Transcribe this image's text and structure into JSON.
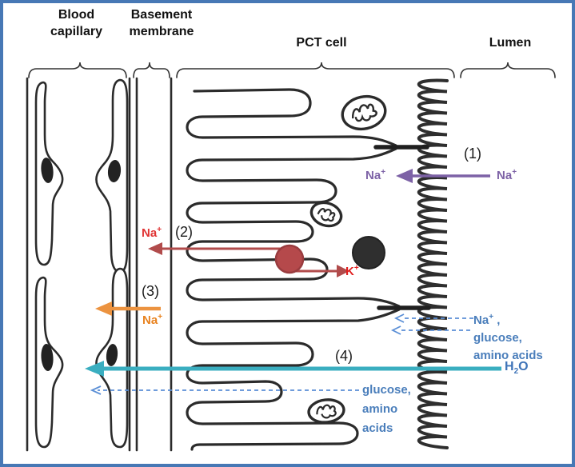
{
  "regions": {
    "blood_capillary": "Blood capillary",
    "basement_membrane": "Basement membrane",
    "pct_cell": "PCT cell",
    "lumen": "Lumen"
  },
  "steps": {
    "one": "(1)",
    "two": "(2)",
    "three": "(3)",
    "four": "(4)"
  },
  "ions": {
    "na": "Na",
    "k": "K",
    "plus": "+",
    "comma": " ,"
  },
  "molecules": {
    "water_h": "H",
    "water_sub": "2",
    "water_o": "O",
    "apical_glucose": "glucose,",
    "apical_amino_acids": "amino acids",
    "basal_glucose": "glucose,",
    "basal_amino": "amino",
    "basal_acids": "acids"
  },
  "colors": {
    "frame": "#4778b5",
    "ink": "#2b2b2b",
    "step1_purple": "#7d62a6",
    "step2_arrow_red": "#b14b4b",
    "step2_text_red": "#e03434",
    "potassium_text_red": "#e01f1f",
    "step3_orange": "#ec9340",
    "step3_text_orange": "#e8821e",
    "step4_teal": "#3aaec0",
    "transport_blue": "#4a7ebb",
    "pump_fill": "#b5494b",
    "organelle_dark": "#2f2f2f"
  }
}
